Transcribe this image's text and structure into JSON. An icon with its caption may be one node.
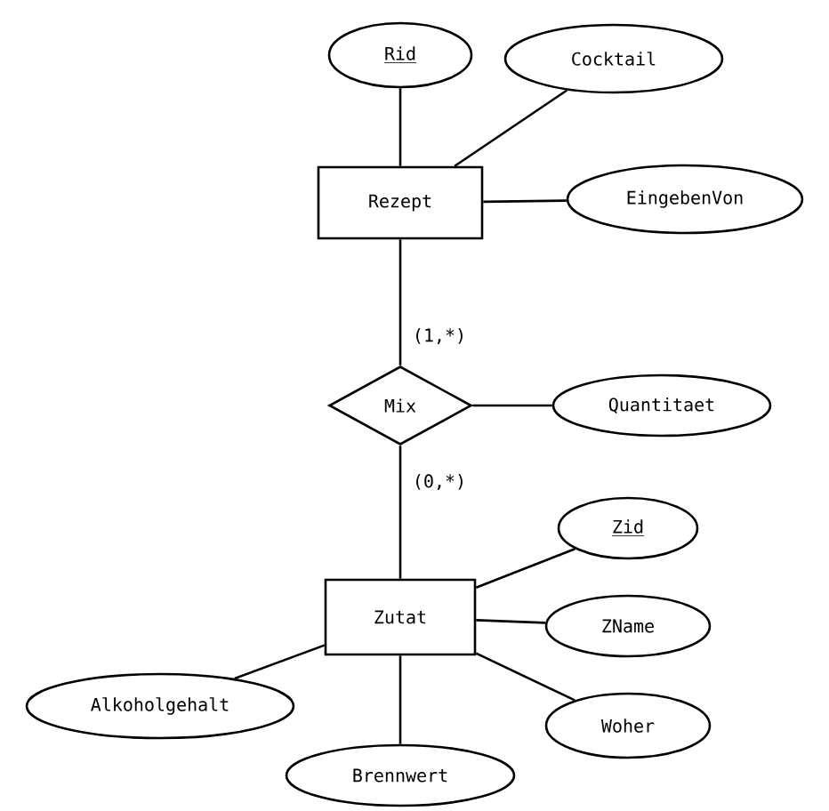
{
  "diagram": {
    "nodes": [
      {
        "text": [
          "Rid"
        ]
      },
      {
        "text": [
          "Cocktail"
        ]
      },
      {
        "text": [
          "Rezept"
        ]
      },
      {
        "text": [
          "EingebenVon"
        ]
      },
      {
        "text": [
          "Mix"
        ]
      },
      {
        "text": [
          "Quantitaet"
        ]
      },
      {
        "text": [
          "Zid"
        ]
      },
      {
        "text": [
          "Zutat"
        ]
      },
      {
        "text": [
          "ZName"
        ]
      },
      {
        "text": [
          "Alkoholgehalt"
        ]
      },
      {
        "text": [
          "Woher"
        ]
      },
      {
        "text": [
          "Brennwert"
        ]
      }
    ],
    "edges": [
      {
        "from": 2,
        "to": 0,
        "arrow": "none"
      },
      {
        "from": 2,
        "to": 1,
        "arrow": "none"
      },
      {
        "from": 2,
        "to": 3,
        "arrow": "none"
      },
      {
        "from": 2,
        "to": 4,
        "arrow": "none",
        "label": "(1,*)"
      },
      {
        "from": 4,
        "to": 5,
        "arrow": "none"
      },
      {
        "from": 4,
        "to": 7,
        "arrow": "none",
        "label": "(0,*)"
      },
      {
        "from": 7,
        "to": 6,
        "arrow": "none"
      },
      {
        "from": 7,
        "to": 8,
        "arrow": "none"
      },
      {
        "from": 7,
        "to": 10,
        "arrow": "none"
      },
      {
        "from": 7,
        "to": 9,
        "arrow": "none"
      },
      {
        "from": 7,
        "to": 11,
        "arrow": "none"
      }
    ]
  }
}
